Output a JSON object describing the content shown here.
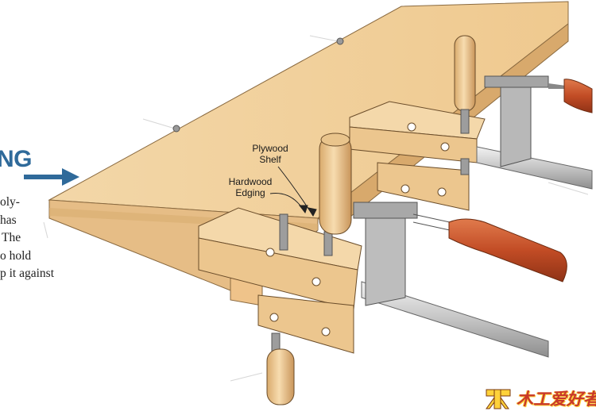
{
  "heading": "NG",
  "body_lines": [
    "oly-",
    "has",
    "The",
    "o hold",
    "p it against"
  ],
  "labels": {
    "plywood": [
      "Plywood",
      "Shelf"
    ],
    "hardwood": [
      "Hardwood",
      "Edging"
    ]
  },
  "watermark": {
    "text": "木工爱好者",
    "icon": "woodworker-logo-icon"
  },
  "colors": {
    "heading": "#2f6a9a",
    "arrow": "#2f6a9a",
    "wood": "#f1cf9c",
    "handle": "#c8552e",
    "steel": "#c9c9c9"
  }
}
